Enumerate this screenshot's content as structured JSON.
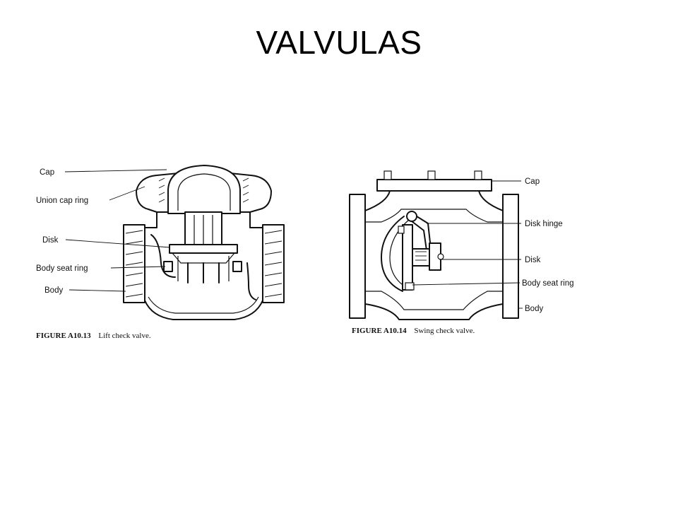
{
  "slide": {
    "title": "VALVULAS"
  },
  "figures": [
    {
      "figure_number": "FIGURE A10.13",
      "caption": "Lift check valve.",
      "labels": [
        "Cap",
        "Union cap ring",
        "Disk",
        "Body seat ring",
        "Body"
      ]
    },
    {
      "figure_number": "FIGURE A10.14",
      "caption": "Swing check valve.",
      "labels": [
        "Cap",
        "Disk hinge",
        "Disk",
        "Body seat ring",
        "Body"
      ]
    }
  ]
}
